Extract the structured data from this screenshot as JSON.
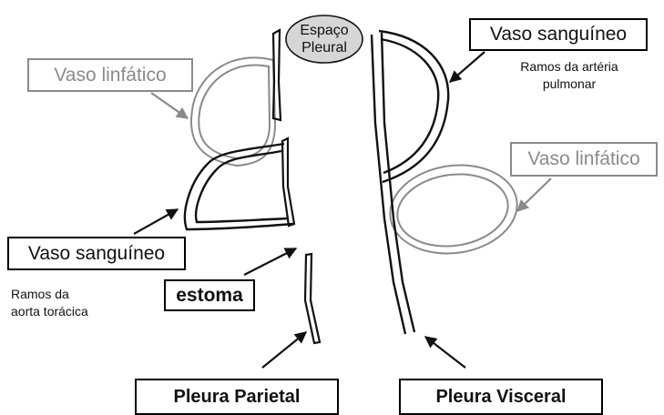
{
  "labels": {
    "pleural_space_line1": "Espaço",
    "pleural_space_line2": "Pleural",
    "vaso_linfatico_left": "Vaso linfático",
    "vaso_linfatico_right": "Vaso linfático",
    "vaso_sanguineo_left": "Vaso sanguíneo",
    "vaso_sanguineo_right": "Vaso sanguíneo",
    "ramos_arteria_pulmonar": [
      "Ramos da artéria",
      "pulmonar"
    ],
    "ramos_aorta_toracica": [
      "Ramos da",
      "aorta torácica"
    ],
    "estoma": "estoma",
    "pleura_parietal": "Pleura Parietal",
    "pleura_visceral": "Pleura Visceral"
  },
  "colors": {
    "lymphatic": "#8a8a8a",
    "ink": "#111111",
    "pleural_bubble": "#d6d6d6"
  }
}
